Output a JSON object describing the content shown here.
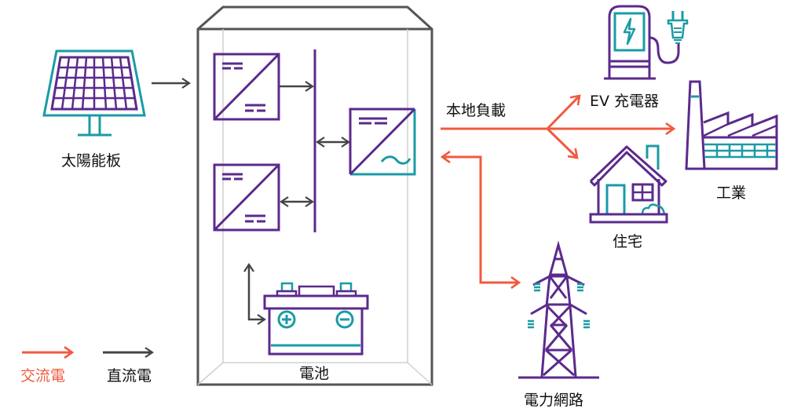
{
  "colors": {
    "ac": "#f05a3f",
    "dc": "#444444",
    "purple": "#5b2a8c",
    "teal": "#1a9ba6",
    "box": "#555555",
    "box_inner": "#cccccc"
  },
  "labels": {
    "solar_panel": "太陽能板",
    "battery": "電池",
    "local_load": "本地負載",
    "ev_charger": "EV 充電器",
    "industry": "工業",
    "residential": "住宅",
    "grid": "電力網路"
  },
  "legend": {
    "ac_label": "交流電",
    "dc_label": "直流電"
  },
  "nodes": [
    {
      "id": "solar-panel",
      "icon": "solar-panel-icon"
    },
    {
      "id": "dc-dc-converter-pv",
      "icon": "dc-dc-converter-icon"
    },
    {
      "id": "dc-dc-converter-battery",
      "icon": "dc-dc-converter-icon"
    },
    {
      "id": "inverter",
      "icon": "dc-ac-inverter-icon"
    },
    {
      "id": "battery",
      "icon": "battery-icon"
    },
    {
      "id": "ev-charger",
      "icon": "ev-charger-icon"
    },
    {
      "id": "factory",
      "icon": "factory-icon"
    },
    {
      "id": "house",
      "icon": "house-icon"
    },
    {
      "id": "transmission-tower",
      "icon": "transmission-tower-icon"
    }
  ]
}
